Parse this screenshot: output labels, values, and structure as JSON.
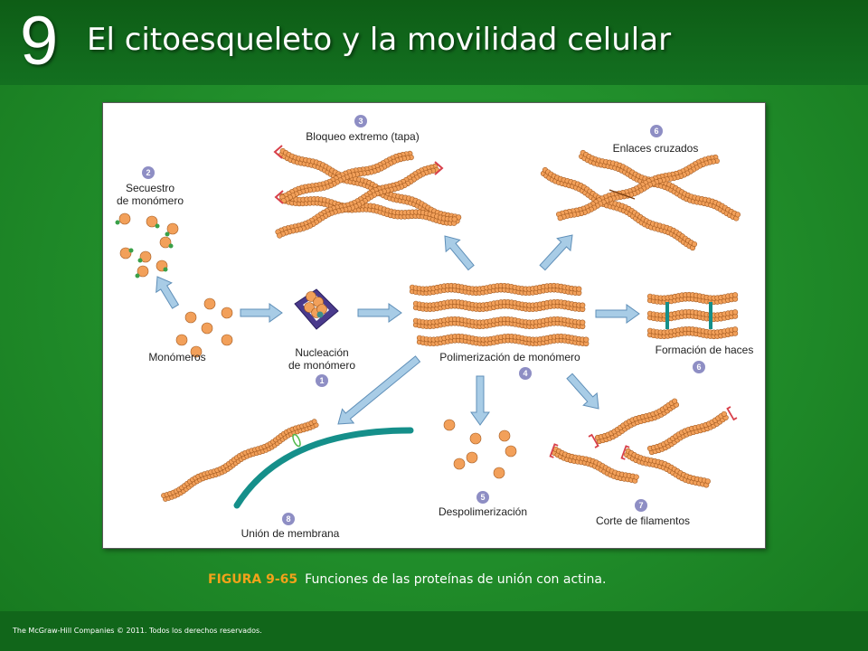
{
  "header": {
    "chapter_number": "9",
    "title": "El citoesqueleto y la movilidad celular"
  },
  "figure": {
    "labels": {
      "monomers": "Monómeros",
      "nucleation_line1": "Nucleación",
      "nucleation_line2": "de monómero",
      "sequestration_line1": "Secuestro",
      "sequestration_line2": "de monómero",
      "capping": "Bloqueo extremo (tapa)",
      "crosslinks": "Enlaces cruzados",
      "polymerization": "Polimerización de monómero",
      "bundling": "Formación de haces",
      "membrane": "Unión de membrana",
      "depolymerization": "Despolimerización",
      "severing": "Corte de filamentos"
    },
    "badges": {
      "nucleation": "1",
      "sequestration": "2",
      "capping": "3",
      "polymerization": "4",
      "depolymerization": "5",
      "crosslinks": "6",
      "bundling": "6",
      "severing": "7",
      "membrane": "8"
    },
    "colors": {
      "monomer": "#f2a05a",
      "monomer_stroke": "#a35a20",
      "arrow": "#a8cce6",
      "arrow_stroke": "#5f8fb8",
      "badge": "#8e8ec4",
      "cap": "#d8404a",
      "membrane": "#158f8a",
      "nucleator": "#4a3a8c",
      "sequester_dot": "#3aa048"
    }
  },
  "caption": {
    "figure_label": "FIGURA 9-65",
    "text": "Funciones de las proteínas de unión con actina."
  },
  "footer": {
    "copyright": "The McGraw-Hill Companies © 2011. Todos los derechos reservados."
  }
}
